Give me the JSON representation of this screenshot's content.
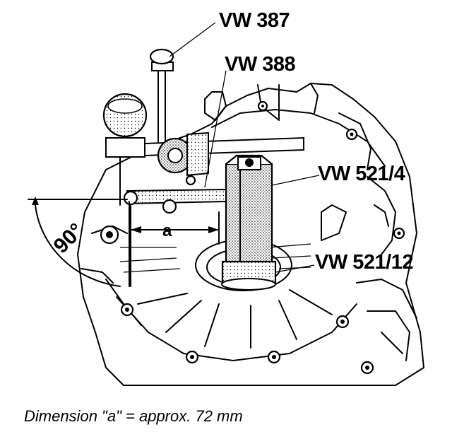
{
  "callouts": {
    "vw387": "VW 387",
    "vw388": "VW 388",
    "vw521_4": "VW 521/4",
    "vw521_12": "VW 521/12"
  },
  "dimension_label": "a",
  "angle_label": "90°",
  "caption": "Dimension \"a\" = approx. 72 mm"
}
